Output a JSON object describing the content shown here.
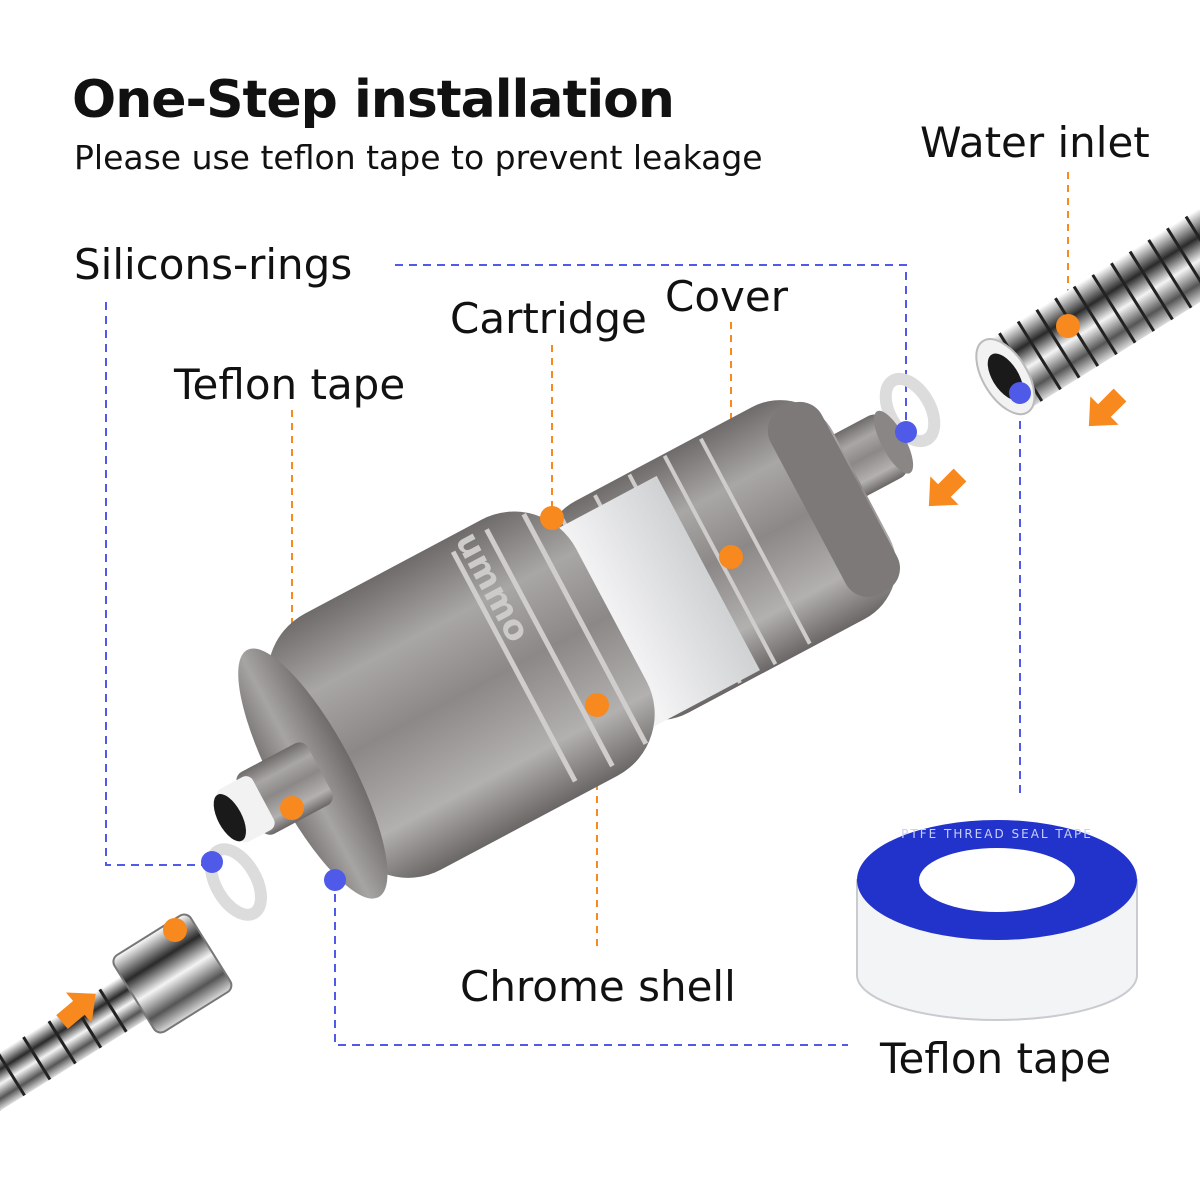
{
  "header": {
    "title": "One-Step installation",
    "subtitle": "Please use teflon tape to prevent leakage"
  },
  "labels": {
    "water_inlet": "Water inlet",
    "silicons_rings": "Silicons-rings",
    "cartridge": "Cartridge",
    "cover": "Cover",
    "teflon_tape_top": "Teflon tape",
    "chrome_shell": "Chrome shell",
    "teflon_tape_bottom": "Teflon tape"
  },
  "product": {
    "brand_mark": "ummo",
    "tape_print": "PTFE THREAD SEAL TAPE"
  },
  "colors": {
    "accent_orange": "#F7891E",
    "leader_blue": "#4F5BE8",
    "tape_blue": "#2233CC",
    "metal": "#8E8B8B"
  }
}
